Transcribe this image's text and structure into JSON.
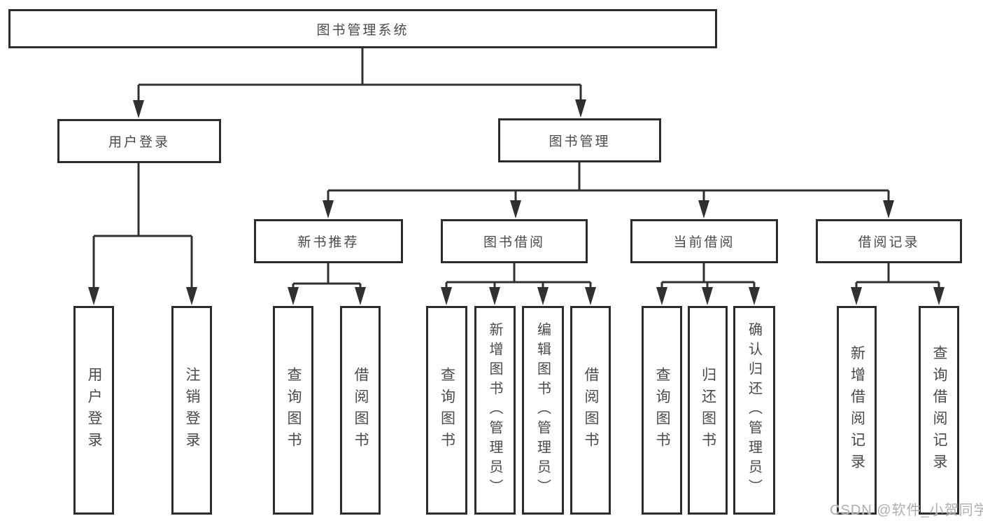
{
  "diagram": {
    "title": "图书管理系统",
    "tree": {
      "root": {
        "label": "图书管理系统"
      },
      "children": [
        {
          "label": "用户登录",
          "children": [
            {
              "label": "用户登录"
            },
            {
              "label": "注销登录"
            }
          ]
        },
        {
          "label": "图书管理",
          "children": [
            {
              "label": "新书推荐",
              "children": [
                {
                  "label": "查询图书"
                },
                {
                  "label": "借阅图书"
                }
              ]
            },
            {
              "label": "图书借阅",
              "children": [
                {
                  "label": "查询图书"
                },
                {
                  "label": "新增图书（管理员）"
                },
                {
                  "label": "编辑图书（管理员）"
                },
                {
                  "label": "借阅图书"
                }
              ]
            },
            {
              "label": "当前借阅",
              "children": [
                {
                  "label": "查询图书"
                },
                {
                  "label": "归还图书"
                },
                {
                  "label": "确认归还（管理员）"
                }
              ]
            },
            {
              "label": "借阅记录",
              "children": [
                {
                  "label": "新增借阅记录"
                },
                {
                  "label": "查询借阅记录"
                }
              ]
            }
          ]
        }
      ]
    },
    "watermark": "CSDN @软件_小贺同学",
    "colors": {
      "line": "#303030",
      "box_border": "#2d2d2d",
      "text": "#4a4a4a",
      "watermark": "#b0afaf",
      "background": "#ffffff"
    }
  }
}
